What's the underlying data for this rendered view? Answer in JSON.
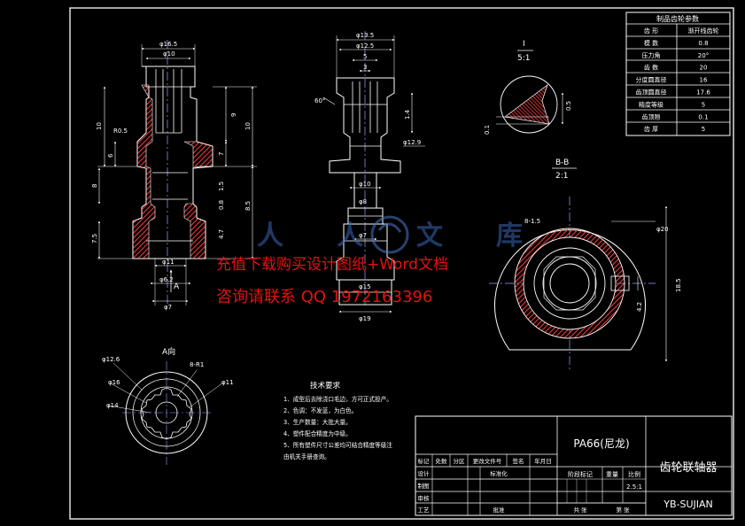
{
  "param_table": {
    "title": "制品齿轮参数",
    "rows": [
      [
        "齿 形",
        "渐开线齿轮"
      ],
      [
        "模 数",
        "0.8"
      ],
      [
        "压力角",
        "20°"
      ],
      [
        "齿 数",
        "20"
      ],
      [
        "分度圆直径",
        "16"
      ],
      [
        "齿顶圆直径",
        "17.6"
      ],
      [
        "精度等级",
        "5"
      ],
      [
        "齿顶隙",
        "0.1"
      ],
      [
        "齿 厚",
        "5"
      ]
    ]
  },
  "views": {
    "detail_i_label": "I",
    "detail_i_scale": "5:1",
    "section_bb_label": "B-B",
    "section_bb_scale": "2:1",
    "view_a_label": "A向",
    "arrow_a": "A"
  },
  "dims_front": [
    "φ16.5",
    "φ10",
    "10",
    "R0.5",
    "6",
    "8",
    "7.5",
    "φ11",
    "φ6.2",
    "φ7",
    "9",
    "10",
    "7",
    "1.5",
    "0.8",
    "8.5",
    "4.7"
  ],
  "dims_side": [
    "φ13.5",
    "φ12.5",
    "5",
    "3",
    "60°",
    "1.4",
    "φ12.9",
    "φ10",
    "φ8",
    "φ7",
    "φ19",
    "φ15"
  ],
  "dims_detail": [
    "0.1",
    "0.5"
  ],
  "dims_section": [
    "8-1.5",
    "φ20",
    "18.5",
    "4.2"
  ],
  "dims_view_a": [
    "φ12.6",
    "φ16",
    "φ14",
    "8-R1",
    "φ11"
  ],
  "tech_req": {
    "title": "技术要求",
    "items": [
      "1、成型后去除浇口毛边，方可正式投产。",
      "2、色调：不发蓝，为白色。",
      "3、生产数量：大批大量。",
      "4、塑件配合精度为中级。",
      "5、所有塑件尺寸公差均可结合精度等级注",
      "   由机关手册查询。"
    ]
  },
  "title_block": {
    "material": "PA66(尼龙)",
    "part_name": "齿轮联轴器",
    "drawing_no": "YB-SUJIAN",
    "ratio_label": "比例",
    "ratio_value": "2.5:1",
    "weight_label": "重量",
    "stage_label": "阶段标记",
    "header_cols": [
      "标记",
      "处数",
      "分区",
      "更改文件号",
      "签名",
      "年月日"
    ],
    "rows": [
      "设计",
      "制图",
      "审核",
      "工艺"
    ],
    "standard_label": "标准化",
    "approve_label": "批准",
    "sheets_label": "共 张",
    "sheet_label": "第 张"
  },
  "watermark": {
    "logo_text": "人人文库",
    "line1": "充值下载购买设计图纸+Word文档",
    "line2": "咨询请联系 QQ 1972163396"
  },
  "colors": {
    "background": "#000000",
    "outline": "#ffffff",
    "hatch": "#ff4040",
    "watermark": "#e81010",
    "center_line": "#a0a0ff"
  }
}
